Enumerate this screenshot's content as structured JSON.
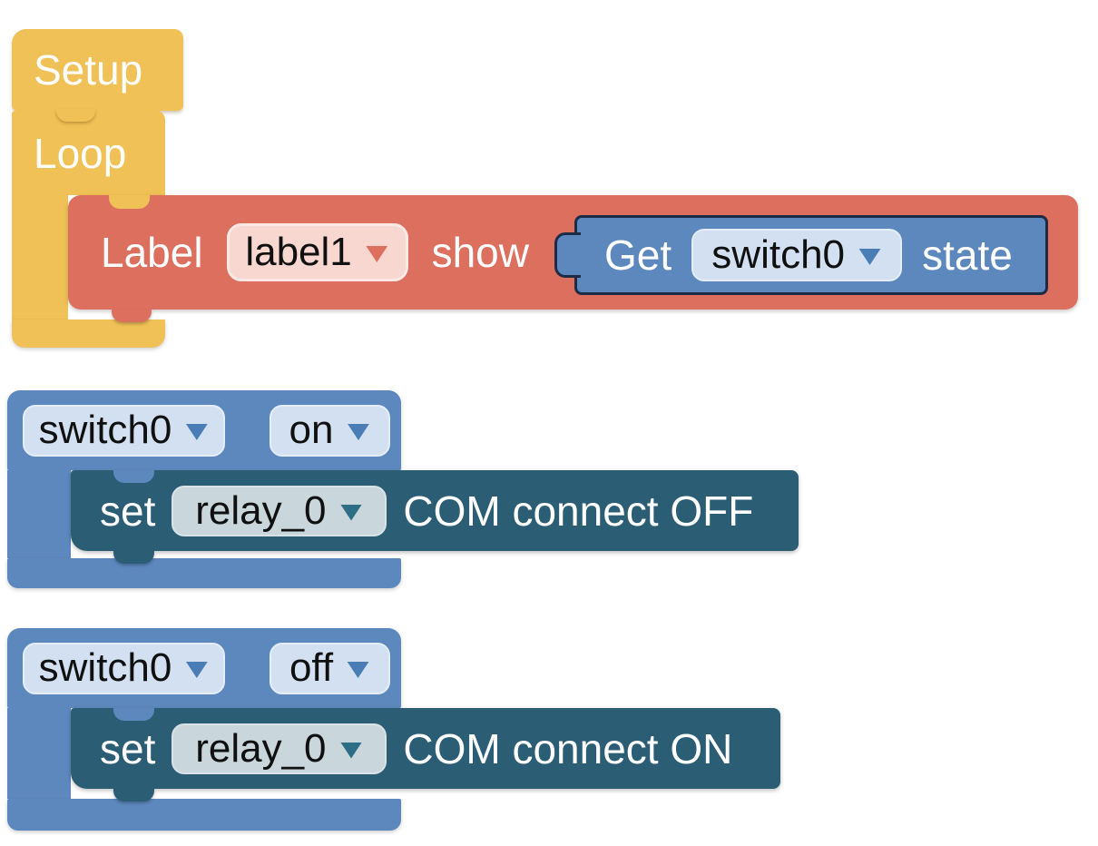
{
  "palette": {
    "canvas": "#ffffff",
    "yellow": "#f0c156",
    "red": "#dd6f5f",
    "red_pill": "#f8d7d1",
    "red_pill_border": "#fbe7e3",
    "blue": "#5d88be",
    "blue_pill": "#d2e0f2",
    "blue_pill_border": "#e4edf8",
    "blue_arrow": "#4a7db5",
    "teal": "#2b5e74",
    "teal_pill": "#c9d6db",
    "teal_pill_border": "#d9e3e7",
    "teal_arrow": "#2e6d86",
    "get_border": "#1d2c46",
    "text_light": "#ffffff",
    "text_dark": "#101010"
  },
  "blocks": {
    "setup": {
      "label": "Setup"
    },
    "loop": {
      "label": "Loop"
    },
    "label_show": {
      "label": "Label",
      "dropdown_value": "label1",
      "action": "show"
    },
    "get_state": {
      "label": "Get",
      "dropdown_value": "switch0",
      "suffix": "state"
    },
    "rule_on": {
      "device": "switch0",
      "state": "on"
    },
    "set_off": {
      "label": "set",
      "dropdown_value": "relay_0",
      "action": "COM connect OFF"
    },
    "rule_off": {
      "device": "switch0",
      "state": "off"
    },
    "set_on": {
      "label": "set",
      "dropdown_value": "relay_0",
      "action": "COM connect ON"
    }
  }
}
